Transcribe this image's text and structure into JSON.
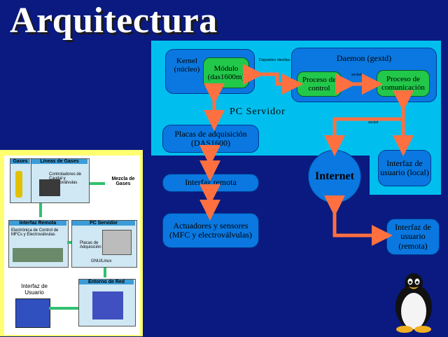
{
  "title": "Arquitectura",
  "server": {
    "label": "PC Servidor",
    "kernel": "Kernel (núcleo)",
    "modulo": "Módulo (das1600m)",
    "daemon": "Daemon (gextd)",
    "proceso_control": "Proceso de control",
    "proceso_comunicacion": "Proceso de comunicación",
    "placas": "Placas de adquisición (DAS1600)",
    "interfaz_local": "Interfaz de usuario (local)",
    "tiny_label_1": "Dispositivo /dev/das",
    "tiny_label_2": "socket",
    "tiny_label_3": "socket"
  },
  "interfaz_remota": "Interfaz remota",
  "actuadores": "Actuadores y sensores (MFC y electroválvulas)",
  "internet": "Internet",
  "interfaz_usuario_remota": "Interfaz de usuario (remota)",
  "inset": {
    "gases": "Gases",
    "lineas": "Líneas de Gases",
    "controladores": "Controladores de Caudal y Electroválvulas",
    "mezcla": "Mezcla de Gases",
    "interfaz_remota": "Interfaz Remota",
    "electronica": "Electrónica de Control de MFCs y Electroválvulas",
    "pc_servidor": "PC Servidor",
    "placas": "Placas de Adquisición",
    "gnu": "GNU/Linux",
    "entorno_red": "Entorno de Red",
    "interfaz_usuario": "Interfaz de Usuario"
  },
  "colors": {
    "background": "#0a1a80",
    "panel": "#00bfee",
    "node": "#0a78e0",
    "green": "#22c84a",
    "arrow": "#ff7040",
    "internet": "#0a78e0"
  }
}
